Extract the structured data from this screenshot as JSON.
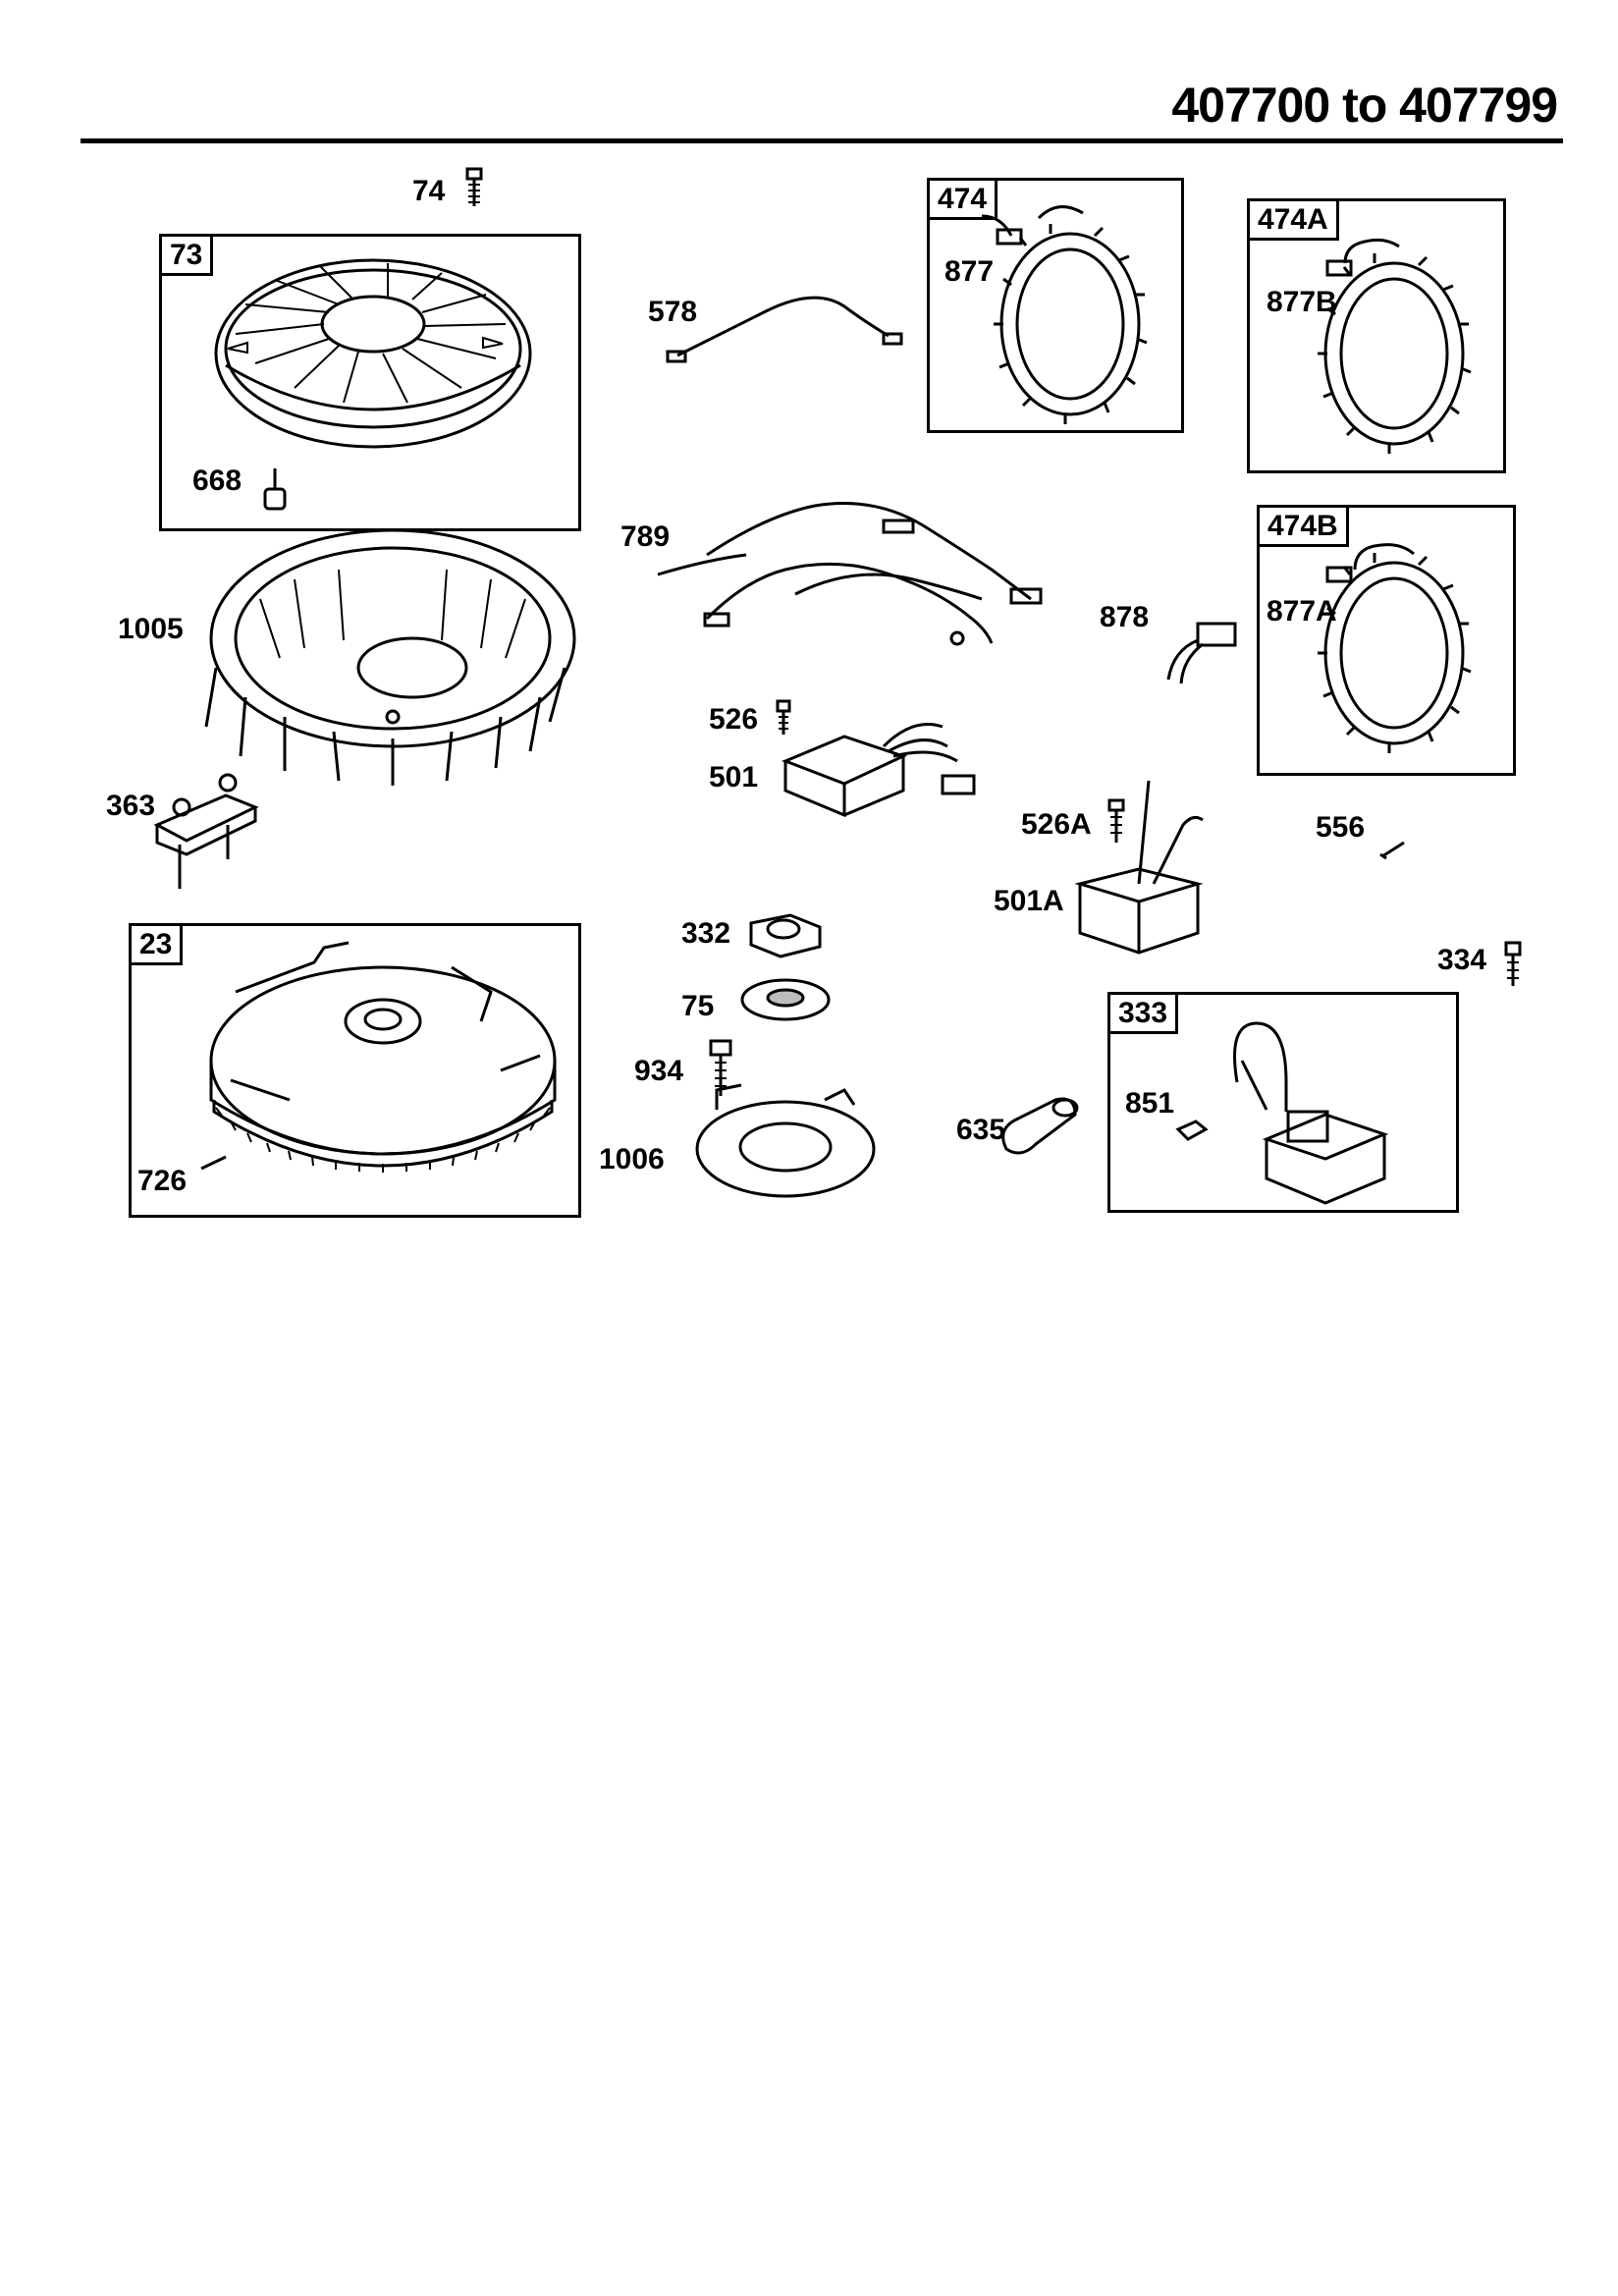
{
  "header": {
    "title": "407700 to 407799"
  },
  "boxes": {
    "b73": "73",
    "b474": "474",
    "b474a": "474A",
    "b474b": "474B",
    "b23": "23",
    "b333": "333"
  },
  "callouts": {
    "c74": "74",
    "c668": "668",
    "c578": "578",
    "c877": "877",
    "c877b": "877B",
    "c789": "789",
    "c1005": "1005",
    "c878": "878",
    "c877a": "877A",
    "c526": "526",
    "c501": "501",
    "c363": "363",
    "c526a": "526A",
    "c556": "556",
    "c501a": "501A",
    "c332": "332",
    "c75": "75",
    "c934": "934",
    "c1006": "1006",
    "c334": "334",
    "c635": "635",
    "c851": "851",
    "c726": "726"
  },
  "parts": [
    "fan-screen-icon",
    "flywheel-fan-icon",
    "flywheel-icon",
    "stator-coil-icon",
    "wire-harness-icon",
    "rectifier-icon",
    "ignition-armature-icon",
    "nut-icon",
    "washer-icon",
    "starter-cup-icon",
    "screw-icon",
    "spark-plug-boot-icon",
    "bracket-icon",
    "connector-icon"
  ]
}
